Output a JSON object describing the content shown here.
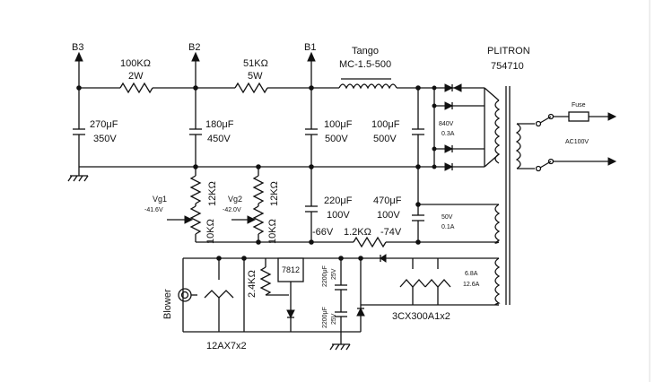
{
  "nodes": {
    "b3": "B3",
    "b2": "B2",
    "b1": "B1"
  },
  "resistors": {
    "r_b3_b2_value": "100KΩ",
    "r_b3_b2_power": "2W",
    "r_b2_b1_value": "51KΩ",
    "r_b2_b1_power": "5W",
    "r_vg1_fixed": "12KΩ",
    "r_vg1_pot": "10KΩ",
    "r_vg2_fixed": "12KΩ",
    "r_vg2_pot": "10KΩ",
    "r_bias_series": "1.2KΩ",
    "r_regulator": "2.4KΩ"
  },
  "capacitors": {
    "c_b3_value": "270μF",
    "c_b3_voltage": "350V",
    "c_b2_value": "180μF",
    "c_b2_voltage": "450V",
    "c_b1_a_value": "100μF",
    "c_b1_a_voltage": "500V",
    "c_b1_b_value": "100μF",
    "c_b1_b_voltage": "500V",
    "c_bias_a_value": "220μF",
    "c_bias_a_voltage": "100V",
    "c_bias_b_value": "470μF",
    "c_bias_b_voltage": "100V",
    "c_reg_top": "2200μF",
    "c_reg_top_v": "25V",
    "c_reg_bottom": "2200μF",
    "c_reg_bottom_v": "25V"
  },
  "choke": {
    "brand": "Tango",
    "model": "MC-1.5-500"
  },
  "transformer": {
    "brand": "PLITRON",
    "model": "754710",
    "hv_winding_voltage": "840V",
    "hv_winding_current": "0.3A",
    "bias_winding_voltage": "50V",
    "bias_winding_current": "0.1A",
    "heater_winding_current": "6.8A",
    "heater_winding_voltage": "12.6A"
  },
  "mains": {
    "fuse_label": "Fuse",
    "input_voltage": "AC100V"
  },
  "bias": {
    "vg1_label": "Vg1",
    "vg1_value": "-41.6V",
    "vg2_label": "Vg2",
    "vg2_value": "-42.0V",
    "node_a": "-66V",
    "node_b": "-74V"
  },
  "heater": {
    "regulator": "7812",
    "blower": "Blower",
    "tube_preamp": "12AX7x2",
    "tube_output": "3CX300A1x2"
  }
}
